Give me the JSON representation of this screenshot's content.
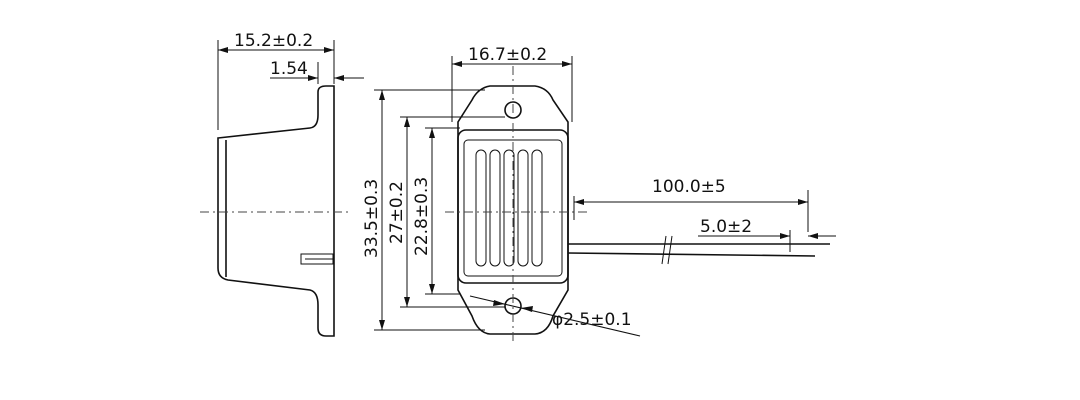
{
  "dimensions": {
    "side_width": "15.2±0.2",
    "flange_thickness": "1.54",
    "front_width": "16.7±0.2",
    "overall_height": "33.5±0.3",
    "hole_pitch": "27±0.2",
    "body_height": "22.8±0.3",
    "lead_length": "100.0±5",
    "strip_length": "5.0±2",
    "hole_diameter": "φ2.5±0.1"
  }
}
